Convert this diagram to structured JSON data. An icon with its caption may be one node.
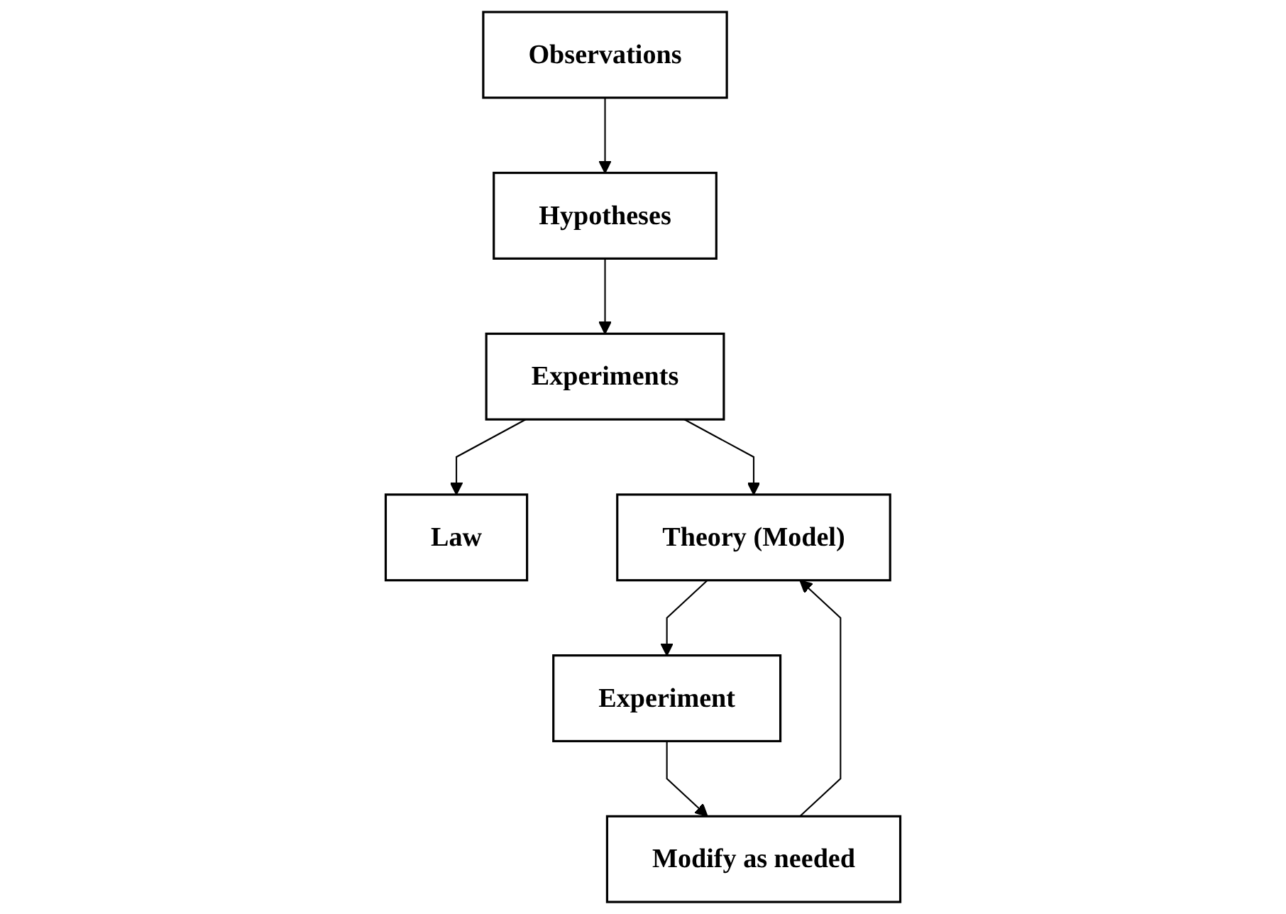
{
  "diagram": {
    "nodes": [
      {
        "text": [
          "Observations"
        ]
      },
      {
        "text": [
          "Hypotheses"
        ]
      },
      {
        "text": [
          "Experiments"
        ]
      },
      {
        "text": [
          "Law"
        ]
      },
      {
        "text": [
          "Theory (Model)"
        ]
      },
      {
        "text": [
          "Modify as needed"
        ]
      },
      {
        "text": [
          "Experiment"
        ]
      }
    ],
    "edges": [
      {
        "from": 0,
        "to": 1,
        "arrow": "to"
      },
      {
        "from": 1,
        "to": 2,
        "arrow": "to"
      },
      {
        "from": 2,
        "to": 3,
        "arrow": "to"
      },
      {
        "from": 2,
        "to": 4,
        "arrow": "to"
      },
      {
        "from": 4,
        "to": 6,
        "arrow": "to"
      },
      {
        "from": 6,
        "to": 5,
        "arrow": "to"
      },
      {
        "from": 5,
        "to": 4,
        "arrow": "to"
      }
    ]
  }
}
